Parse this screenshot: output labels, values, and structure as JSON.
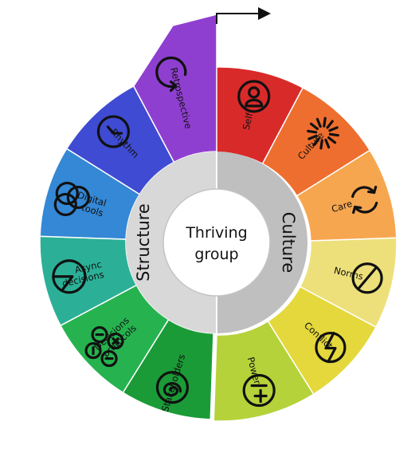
{
  "center": {
    "line1": "Thriving",
    "line2": "group"
  },
  "ring": {
    "left": "Structure",
    "right": "Culture"
  },
  "segments": [
    {
      "id": "self",
      "label": "Self",
      "color": "#d92a2a",
      "icon": "person-icon"
    },
    {
      "id": "culture",
      "label": "Culture",
      "color": "#ee6e2f",
      "icon": "burst-icon"
    },
    {
      "id": "care",
      "label": "Care",
      "color": "#f7a650",
      "icon": "cycle-arrows-icon"
    },
    {
      "id": "norms",
      "label": "Norms",
      "color": "#ede07a",
      "icon": "no-sign-icon"
    },
    {
      "id": "conflict",
      "label": "Conflict",
      "color": "#e4d83c",
      "icon": "lightning-circle-icon"
    },
    {
      "id": "power",
      "label": "Power",
      "color": "#b6d23a",
      "icon": "plus-minus-icon"
    },
    {
      "id": "stakeholders",
      "label": "Stakeholders",
      "color": "#1b9b37",
      "icon": "spiral-icon"
    },
    {
      "id": "decisions",
      "label": "Decisions protocols",
      "line1": "Decisions",
      "line2": "protocols",
      "color": "#26b34f",
      "icon": "vote-circles-icon"
    },
    {
      "id": "async",
      "label": "Async decisions",
      "line1": "Async",
      "line2": "decisions",
      "color": "#2bb097",
      "icon": "async-pie-icon"
    },
    {
      "id": "digital",
      "label": "Digital tools",
      "line1": "Digital",
      "line2": "tools",
      "color": "#3488d5",
      "icon": "overlap-circles-icon"
    },
    {
      "id": "rhythm",
      "label": "Rhythm",
      "color": "#3e4bd2",
      "icon": "clock-icon"
    },
    {
      "id": "retro",
      "label": "Retrospective",
      "color": "#8f3fd0",
      "icon": "loop-arrow-icon"
    }
  ]
}
